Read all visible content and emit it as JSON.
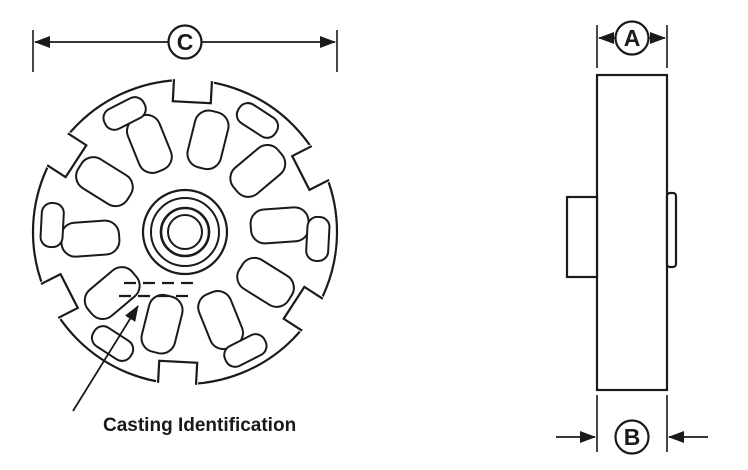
{
  "figure": {
    "dimension_labels": {
      "c": "C",
      "a": "A",
      "b": "B"
    },
    "callout": {
      "casting_identification": "Casting Identification"
    },
    "colors": {
      "line": "#1a1a1a",
      "background": "#ffffff"
    }
  }
}
